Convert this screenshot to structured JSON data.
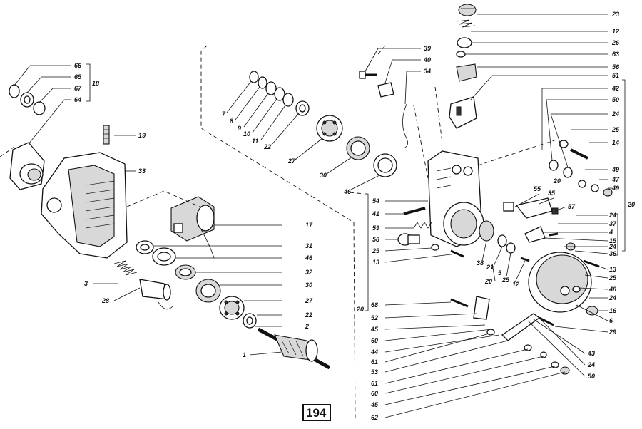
{
  "page_number": "194",
  "group_labels": {
    "g18": "18",
    "g20_right": "20",
    "g20_left": "20"
  },
  "callouts": {
    "c66": "66",
    "c65": "65",
    "c67": "67",
    "c64": "64",
    "c19": "19",
    "c33": "33",
    "c3": "3",
    "c28": "28",
    "c1": "1",
    "c17": "17",
    "c31": "31",
    "c46a": "46",
    "c32": "32",
    "c30a": "30",
    "c27a": "27",
    "c22a": "22",
    "c2": "2",
    "c7": "7",
    "c8": "8",
    "c9": "9",
    "c10": "10",
    "c11": "11",
    "c22b": "22",
    "c27b": "27",
    "c30b": "30",
    "c46b": "46",
    "c39": "39",
    "c40": "40",
    "c34": "34",
    "c23": "23",
    "c12a": "12",
    "c26": "26",
    "c63": "63",
    "c56": "56",
    "c51": "51",
    "c42": "42",
    "c50a": "50",
    "c24a": "24",
    "c25a": "25",
    "c14": "14",
    "c49a": "49",
    "c47": "47",
    "c49b": "49",
    "c20a": "20",
    "c54": "54",
    "c41": "41",
    "c59": "59",
    "c58": "58",
    "c25b": "25",
    "c13a": "13",
    "c55": "55",
    "c35": "35",
    "c57": "57",
    "c24b": "24",
    "c37": "37",
    "c4": "4",
    "c15": "15",
    "c24c": "24",
    "c36": "36",
    "c38": "38",
    "c21": "21",
    "c5": "5",
    "c25c": "25",
    "c12b": "12",
    "c20b": "20",
    "c13b": "13",
    "c25d": "25",
    "c48": "48",
    "c24d": "24",
    "c16": "16",
    "c6": "6",
    "c29": "29",
    "c68": "68",
    "c52": "52",
    "c45a": "45",
    "c60a": "60",
    "c44": "44",
    "c61a": "61",
    "c53": "53",
    "c61b": "61",
    "c60b": "60",
    "c45b": "45",
    "c62": "62",
    "c43": "43",
    "c24e": "24",
    "c50b": "50"
  }
}
